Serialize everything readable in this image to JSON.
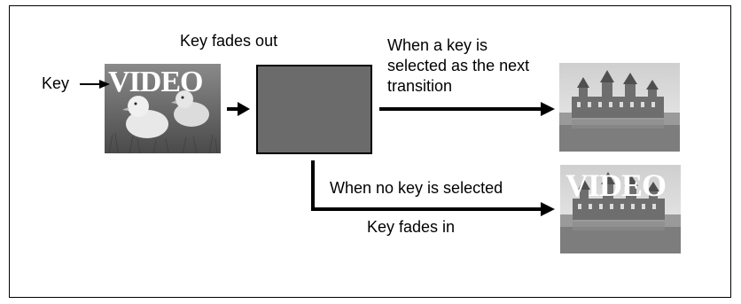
{
  "labels": {
    "key_fades_out": "Key fades out",
    "key": "Key",
    "when_key_selected": "When a key is selected as the next transition",
    "when_no_key": "When no key is selected",
    "key_fades_in": "Key fades in"
  },
  "images": {
    "ducklings_text": "VIDEO",
    "castle_video_text": "VIDEO"
  },
  "colors": {
    "fade_box": "#6b6b6b",
    "arrow": "#000000"
  }
}
